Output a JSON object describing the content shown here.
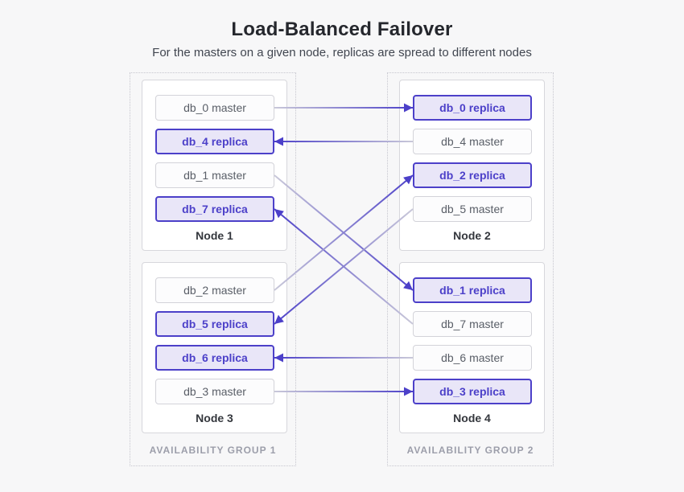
{
  "title": "Load-Balanced Failover",
  "subtitle": "For the masters on a given node, replicas are spread to different nodes",
  "groups": [
    {
      "label": "AVAILABILITY GROUP 1",
      "nodes": [
        {
          "label": "Node 1",
          "items": [
            {
              "id": "db_0_master",
              "text": "db_0 master",
              "role": "master"
            },
            {
              "id": "db_4_replica",
              "text": "db_4 replica",
              "role": "replica"
            },
            {
              "id": "db_1_master",
              "text": "db_1 master",
              "role": "master"
            },
            {
              "id": "db_7_replica",
              "text": "db_7 replica",
              "role": "replica"
            }
          ]
        },
        {
          "label": "Node 3",
          "items": [
            {
              "id": "db_2_master",
              "text": "db_2 master",
              "role": "master"
            },
            {
              "id": "db_5_replica",
              "text": "db_5 replica",
              "role": "replica"
            },
            {
              "id": "db_6_replica",
              "text": "db_6 replica",
              "role": "replica"
            },
            {
              "id": "db_3_master",
              "text": "db_3 master",
              "role": "master"
            }
          ]
        }
      ]
    },
    {
      "label": "AVAILABILITY GROUP 2",
      "nodes": [
        {
          "label": "Node 2",
          "items": [
            {
              "id": "db_0_replica",
              "text": "db_0 replica",
              "role": "replica"
            },
            {
              "id": "db_4_master",
              "text": "db_4 master",
              "role": "master"
            },
            {
              "id": "db_2_replica",
              "text": "db_2 replica",
              "role": "replica"
            },
            {
              "id": "db_5_master",
              "text": "db_5 master",
              "role": "master"
            }
          ]
        },
        {
          "label": "Node 4",
          "items": [
            {
              "id": "db_1_replica",
              "text": "db_1 replica",
              "role": "replica"
            },
            {
              "id": "db_7_master",
              "text": "db_7 master",
              "role": "master"
            },
            {
              "id": "db_6_master",
              "text": "db_6 master",
              "role": "master"
            },
            {
              "id": "db_3_replica",
              "text": "db_3 replica",
              "role": "replica"
            }
          ]
        }
      ]
    }
  ],
  "connections": [
    {
      "from": "db_0_master",
      "to": "db_0_replica"
    },
    {
      "from": "db_4_master",
      "to": "db_4_replica"
    },
    {
      "from": "db_1_master",
      "to": "db_1_replica"
    },
    {
      "from": "db_7_master",
      "to": "db_7_replica"
    },
    {
      "from": "db_2_master",
      "to": "db_2_replica"
    },
    {
      "from": "db_5_master",
      "to": "db_5_replica"
    },
    {
      "from": "db_6_master",
      "to": "db_6_replica"
    },
    {
      "from": "db_3_master",
      "to": "db_3_replica"
    }
  ],
  "colors": {
    "accent": "#4c40c9",
    "replica_fill": "#e9e6f8",
    "arrow_start": "#c9c8d9",
    "arrow_end": "#4c40c9",
    "master_border": "#d3d3d9",
    "master_text": "#595e67",
    "group_label": "#9c9eaa",
    "background": "#f7f7f8"
  }
}
